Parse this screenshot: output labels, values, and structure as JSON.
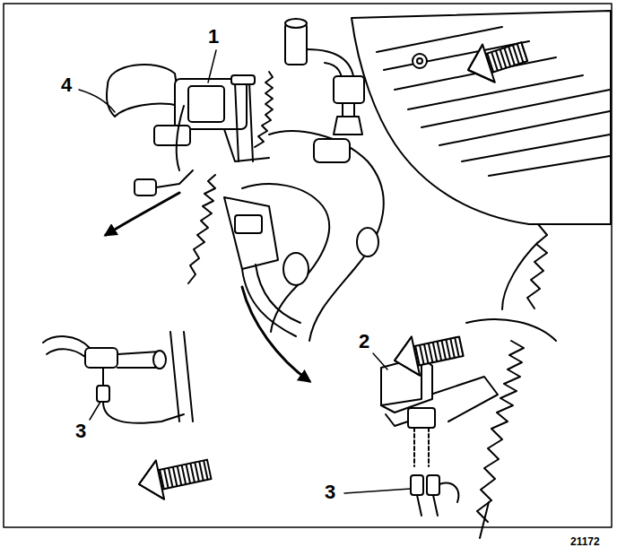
{
  "diagram": {
    "labels": [
      "1",
      "4",
      "2",
      "3",
      "3",
      "21172"
    ]
  }
}
